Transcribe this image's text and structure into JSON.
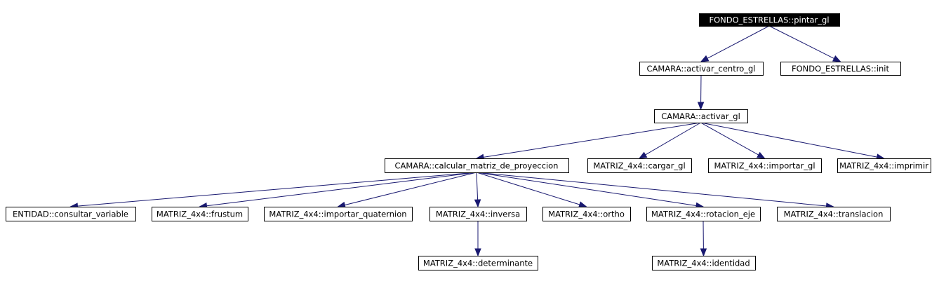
{
  "colors": {
    "edge": "#191970",
    "node_border": "#000000",
    "root_fill": "#000000",
    "root_text": "#ffffff"
  },
  "nodes": [
    {
      "id": "n0",
      "label": "FONDO_ESTRELLAS::pintar_gl",
      "highlight": true
    },
    {
      "id": "n1",
      "label": "CAMARA::activar_centro_gl"
    },
    {
      "id": "n2",
      "label": "FONDO_ESTRELLAS::init"
    },
    {
      "id": "n3",
      "label": "CAMARA::activar_gl"
    },
    {
      "id": "n4",
      "label": "CAMARA::calcular_matriz_de_proyeccion"
    },
    {
      "id": "n5",
      "label": "MATRIZ_4x4::cargar_gl"
    },
    {
      "id": "n6",
      "label": "MATRIZ_4x4::importar_gl"
    },
    {
      "id": "n7",
      "label": "MATRIZ_4x4::imprimir"
    },
    {
      "id": "n8",
      "label": "ENTIDAD::consultar_variable"
    },
    {
      "id": "n9",
      "label": "MATRIZ_4x4::frustum"
    },
    {
      "id": "n10",
      "label": "MATRIZ_4x4::importar_quaternion"
    },
    {
      "id": "n11",
      "label": "MATRIZ_4x4::inversa"
    },
    {
      "id": "n12",
      "label": "MATRIZ_4x4::ortho"
    },
    {
      "id": "n13",
      "label": "MATRIZ_4x4::rotacion_eje"
    },
    {
      "id": "n14",
      "label": "MATRIZ_4x4::translacion"
    },
    {
      "id": "n15",
      "label": "MATRIZ_4x4::determinante"
    },
    {
      "id": "n16",
      "label": "MATRIZ_4x4::identidad"
    }
  ],
  "edges": [
    {
      "from": "n0",
      "to": "n1"
    },
    {
      "from": "n0",
      "to": "n2"
    },
    {
      "from": "n1",
      "to": "n3"
    },
    {
      "from": "n3",
      "to": "n4"
    },
    {
      "from": "n3",
      "to": "n5"
    },
    {
      "from": "n3",
      "to": "n6"
    },
    {
      "from": "n3",
      "to": "n7"
    },
    {
      "from": "n4",
      "to": "n8"
    },
    {
      "from": "n4",
      "to": "n9"
    },
    {
      "from": "n4",
      "to": "n10"
    },
    {
      "from": "n4",
      "to": "n11"
    },
    {
      "from": "n4",
      "to": "n12"
    },
    {
      "from": "n4",
      "to": "n13"
    },
    {
      "from": "n4",
      "to": "n14"
    },
    {
      "from": "n11",
      "to": "n15"
    },
    {
      "from": "n13",
      "to": "n16"
    }
  ]
}
